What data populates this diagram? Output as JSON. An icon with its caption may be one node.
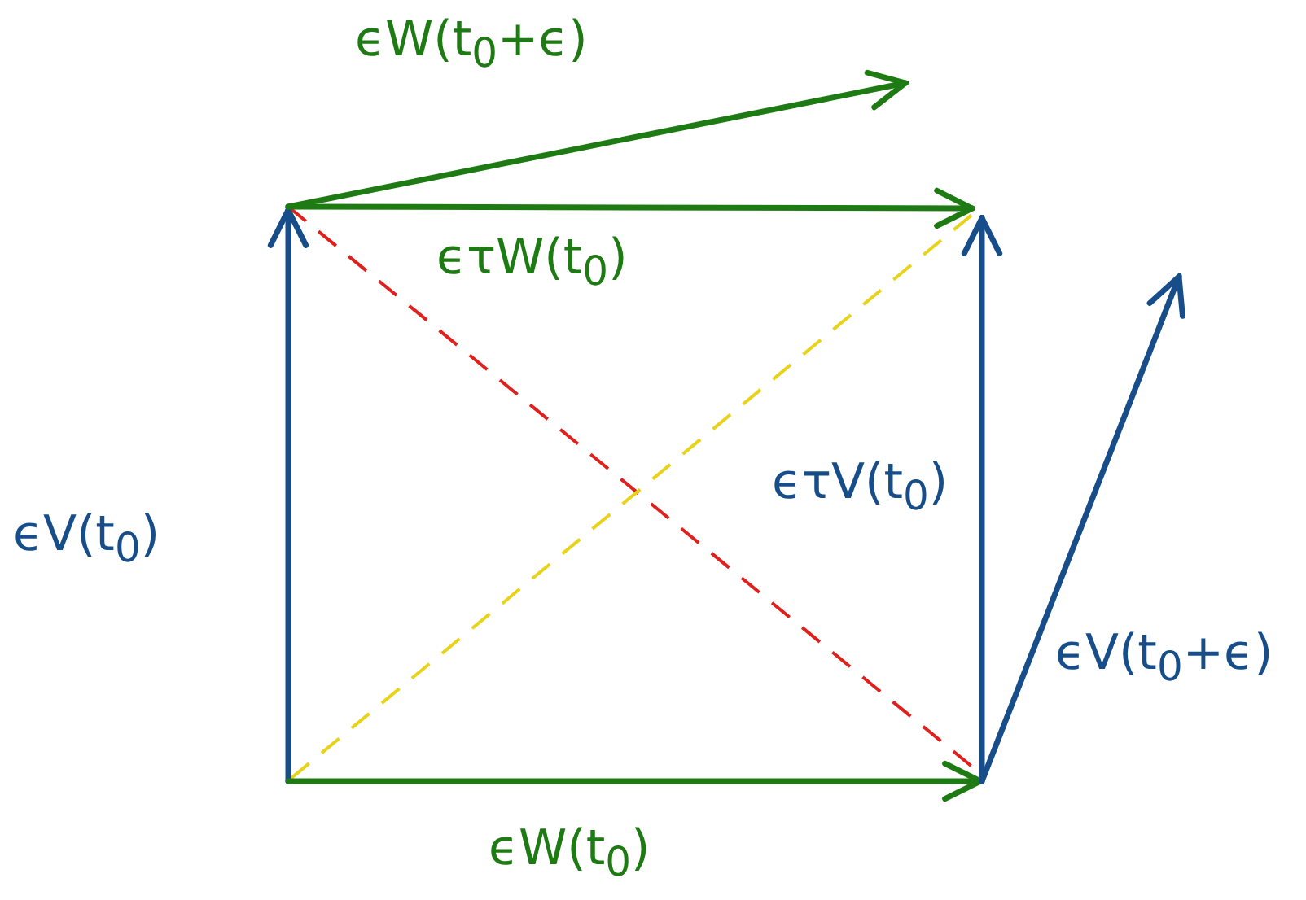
{
  "diagram": {
    "labels": [
      "ϵW(t$_{0}$+ϵ)",
      "ϵτW(t$_{0}$)",
      "ϵV(t$_{0}$)",
      "ϵτV(t$_{0}$)",
      "ϵV(t$_{0}$+ϵ)",
      "ϵW(t$_{0}$)"
    ]
  }
}
